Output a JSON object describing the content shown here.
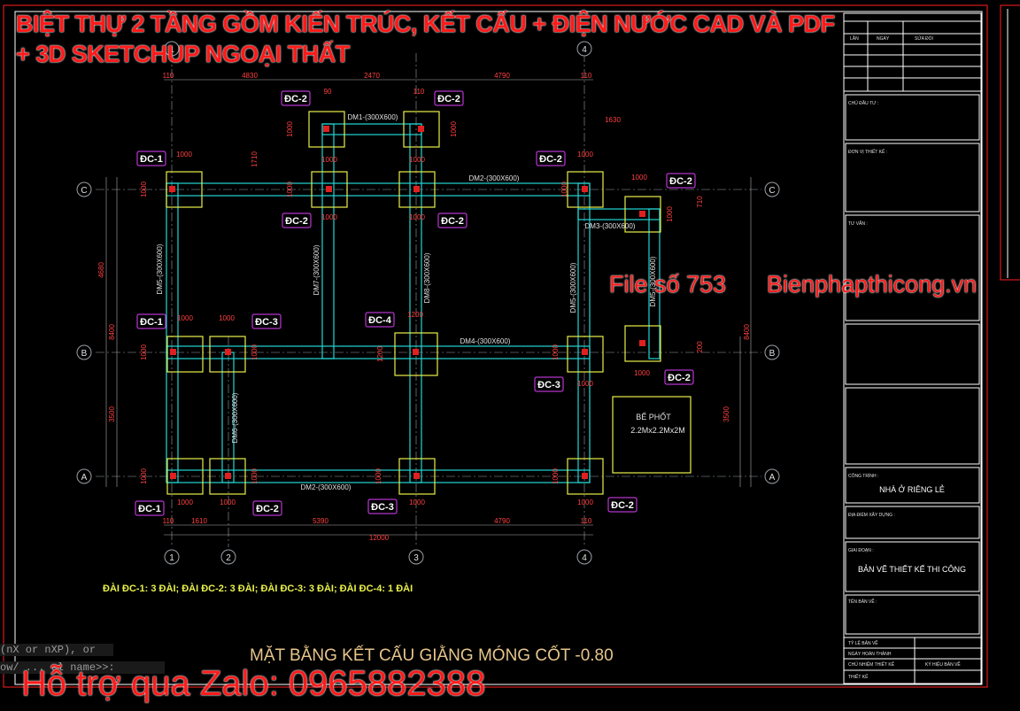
{
  "banner": {
    "title_line1": "BIỆT THỰ 2 TẦNG GỒM KIẾN TRÚC, KẾT CẤU + ĐIỆN NƯỚC CAD VÀ PDF",
    "title_line2": "+ 3D SKETCHUP NGOẠI THẤT",
    "file_no": "File số 753",
    "site": "Bienphapthicong.vn",
    "support": "Hỗ trợ qua Zalo: 0965882388"
  },
  "command_line": {
    "line1": "(nX or nXP), or",
    "line2": "ow/ ... el name>>:"
  },
  "drawing": {
    "title": "MẶT BẰNG KẾT CẤU GIẰNG MÓNG CỐT -0.80",
    "note": "ĐÀI ĐC-1: 3 ĐÀI; ĐÀI ĐC-2: 3 ĐÀI; ĐÀI ĐC-3: 3 ĐÀI; ĐÀI ĐC-4: 1 ĐÀI",
    "grid_cols": [
      "1",
      "2",
      "3",
      "4"
    ],
    "grid_rows": [
      "C",
      "B",
      "A"
    ],
    "beams": {
      "dm1": "DM1-(300X600)",
      "dm2_top": "DM2-(300X600)",
      "dm2_bottom": "DM2-(300X600)",
      "dm3": "DM3-(300X600)",
      "dm4": "DM4-(300X600)",
      "dm5a": "DM5-(300X600)",
      "dm5b": "DM5-(300X600)",
      "dm6": "DM6-(300X600)",
      "dm7": "DM7-(300X600)",
      "dm8": "DM8-(300X600)",
      "dm9": "DM5-(300X600)"
    },
    "septic_line1": "BỂ PHỐT",
    "septic_line2": "2.2Mx2.2Mx2M",
    "dims_top": [
      "110",
      "4830",
      "2470",
      "4790",
      "110"
    ],
    "dims_bottom": [
      "110",
      "1610",
      "5390",
      "4790",
      "110"
    ],
    "dim_total": "12000",
    "dim_left": [
      "4680",
      "8400",
      "3500"
    ],
    "dim_right": [
      "8400",
      "3500"
    ],
    "dim_misc": {
      "d1000": "1000",
      "d1200": "1200",
      "d90": "90",
      "d1710": "1710",
      "d1630": "1630",
      "d710": "710",
      "d200": "200",
      "d110": "110"
    },
    "pile_labels": {
      "dc1": "ĐC-1",
      "dc2": "ĐC-2",
      "dc3": "ĐC-3",
      "dc4": "ĐC-4"
    }
  },
  "title_block": {
    "rev_header1": "LẦN",
    "rev_header2": "NGÀY",
    "rev_header3": "SỬA ĐỔI",
    "owner_label": "CHỦ ĐẦU TƯ :",
    "design_label": "ĐƠN VỊ THIẾT KẾ :",
    "consult_label": "TƯ VẤN :",
    "project_label": "CÔNG TRÌNH :",
    "project_value": "NHÀ Ở RIÊNG LẺ",
    "location_label": "ĐỊA ĐIỂM XÂY DỰNG :",
    "phase_label": "GIAI ĐOẠN :",
    "phase_value": "BẢN VẼ THIẾT KẾ THI CÔNG",
    "sheet_label": "TÊN BẢN VẼ :",
    "row1": "TỶ LỆ BẢN VẼ",
    "row2": "NGÀY HOÀN THÀNH",
    "row3": "CHỦ NHIỆM THIẾT KẾ",
    "row3b": "KÝ HIỆU BẢN VẼ",
    "row4": "THIẾT KẾ"
  },
  "colors": {
    "grid": "#9aa0a6",
    "beam": "#23d5d5",
    "footing": "#e8f04a",
    "dim": "#ff4040",
    "label_box": "#e040ff",
    "frame": "#ffffff",
    "banner": "#ff1a1a"
  }
}
